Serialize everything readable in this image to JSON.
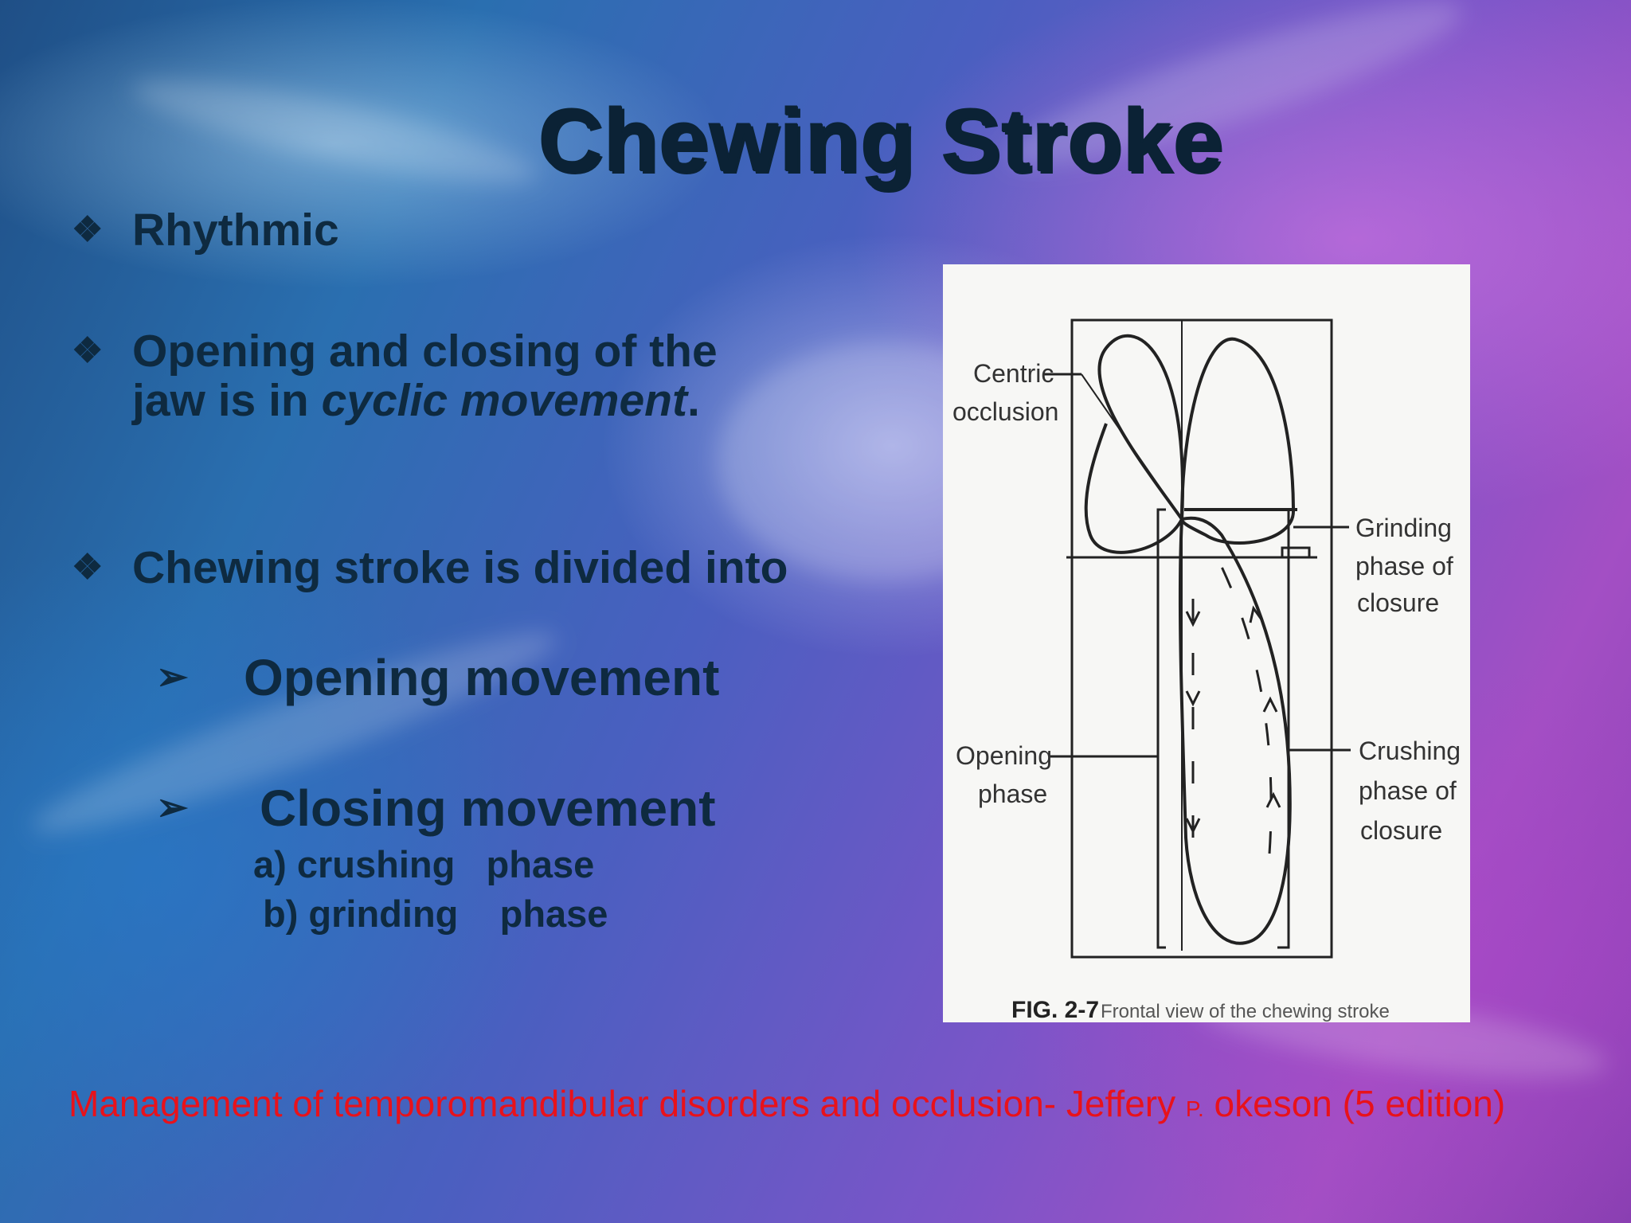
{
  "slide": {
    "title": "Chewing Stroke",
    "bullets": [
      {
        "mark": "❖",
        "text": "Rhythmic"
      },
      {
        "mark": "❖",
        "text_plain": " Opening and closing of the jaw is in ",
        "text_italic": "cyclic movement",
        "text_end": "."
      },
      {
        "mark": "❖",
        "text": " Chewing stroke is divided into"
      }
    ],
    "sub_items": [
      {
        "mark": "➢",
        "text": "Opening movement"
      },
      {
        "mark": "➢",
        "text": "Closing movement"
      }
    ],
    "phases": [
      "a) crushing   phase",
      "b) grinding    phase"
    ],
    "reference": {
      "part1": "Management of temporomandibular disorders and occlusion- Jeffery ",
      "part_small": "P.",
      "part2": " okeson (5 edition)"
    }
  },
  "figure": {
    "labels": {
      "centric": [
        "Centric",
        "occlusion"
      ],
      "grinding": [
        "Grinding",
        "phase of",
        "closure"
      ],
      "opening": [
        "Opening",
        "phase"
      ],
      "crushing": [
        "Crushing",
        "phase of",
        "closure"
      ]
    },
    "caption_bold": "FIG. 2-7",
    "caption_text": " Frontal view of the chewing stroke"
  },
  "colors": {
    "text_dark": "#0e2a40",
    "reference_red": "#e8121b"
  }
}
